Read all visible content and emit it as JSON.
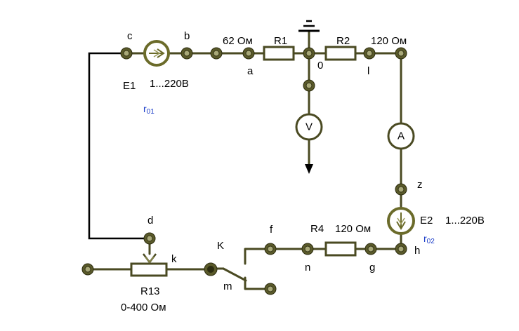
{
  "colors": {
    "wire": "#4a4a22",
    "resistance_label": "#1a3cc8",
    "background": "#ffffff"
  },
  "nodes": {
    "a": "a",
    "b": "b",
    "c": "c",
    "d": "d",
    "f": "f",
    "g": "g",
    "h": "h",
    "k": "k",
    "l": "l",
    "m": "m",
    "n": "n",
    "z": "z",
    "zero": "0"
  },
  "switch_label": "K",
  "source_e1": {
    "name": "E1",
    "range": "1...220В",
    "internal_r": "r",
    "internal_r_sub": "01"
  },
  "source_e2": {
    "name": "E2",
    "range": "1...220В",
    "internal_r": "r",
    "internal_r_sub": "02"
  },
  "r1": {
    "name": "R1",
    "value": "62 Ом"
  },
  "r2": {
    "name": "R2",
    "value": "120 Ом"
  },
  "r4": {
    "name": "R4",
    "value": "120 Ом"
  },
  "r13": {
    "name": "R13",
    "value": "0-400 Ом"
  },
  "voltmeter": {
    "symbol": "V"
  },
  "ammeter": {
    "symbol": "A"
  }
}
